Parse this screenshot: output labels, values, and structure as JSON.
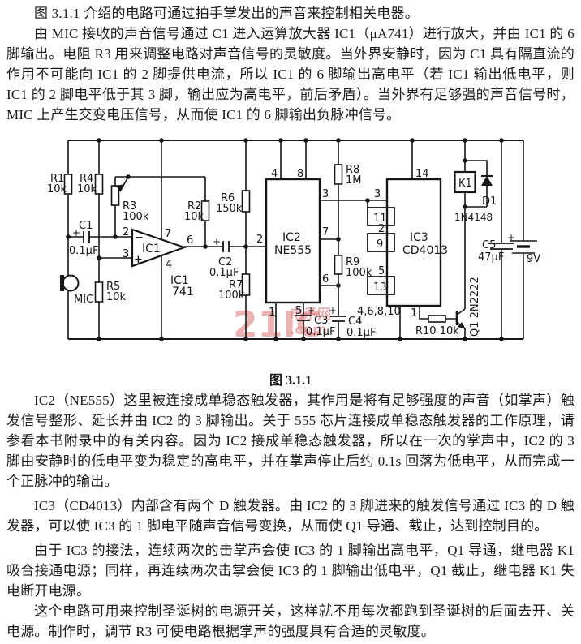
{
  "paragraphs": {
    "p1": "图 3.1.1 介绍的电路可通过拍手掌发出的声音来控制相关电器。",
    "p2": "由 MIC 接收的声音信号通过 C1 进入运算放大器 IC1（μA741）进行放大，并由 IC1 的 6 脚输出。电阻 R3 用来调整电路对声音信号的灵敏度。当外界安静时，因为 C1 具有隔直流的作用不可能向 IC1 的 2 脚提供电流，所以 IC1 的 6 脚输出高电平（若 IC1 输出低电平，则 IC1 的 2 脚电平低于其 3 脚，输出应为高电平，前后矛盾）。当外界有足够强的声音信号时，MIC 上产生交变电压信号，从而使 IC1 的 6 脚输出负脉冲信号。",
    "p3": "IC2（NE555）这里被连接成单稳态触发器，其作用是将有足够强度的声音（如掌声）触发信号整形、延长并由 IC2 的 3 脚输出。关于 555 芯片连接成单稳态触发器的工作原理，请参看本书附录中的有关内容。因为 IC2 接成单稳态触发器，所以在一次的掌声中，IC2 的 3 脚由安静时的低电平变为稳定的高电平，并在掌声停止后约 0.1s 回落为低电平，从而完成一个正脉冲的输出。",
    "p4": "IC3（CD4013）内部含有两个 D 触发器。由 IC2 的 3 脚进来的触发信号通过 IC3 的 D 触发器，可以使 IC3 的 1 脚电平随声音信号变换，从而使 Q1 导通、截止，达到控制目的。",
    "p5": "由于 IC3 的接法，连续两次的击掌声会使 IC3 的 1 脚输出高电平，Q1 导通，继电器 K1 吸合接通电源；同样，再连续两次击掌会使 IC3 的 1 脚输出低电平，Q1 截止，继电器 K1 失电断开电源。",
    "p6": "这个电路可用来控制圣诞树的电源开关，这样就不用每次都跑到圣诞树的后面去开、关电源。制作时，调节 R3 可使电路根据掌声的强度具有合适的灵敏度。"
  },
  "figure": {
    "caption": "图 3.1.1",
    "watermark": {
      "big": "21IC",
      "cn": "电子网",
      "com": ".com",
      "color": "#d96868"
    },
    "labels": {
      "r1_ref": "R1",
      "r1_val": "10k",
      "r2_ref": "R2",
      "r2_val": "10k",
      "r3_ref": "R3",
      "r3_val": "100k",
      "r4_ref": "R4",
      "r4_val": "10k",
      "r5_ref": "R5",
      "r5_val": "10k",
      "r6_ref": "R6",
      "r6_val": "150k",
      "r7_ref": "R7",
      "r7_val": "100k",
      "r8_ref": "R8",
      "r8_val": "1M",
      "r9_ref": "R9",
      "r9_val": "100k",
      "r10_label": "R10  10k",
      "c1_ref": "C1",
      "c1_val": "0.1μF",
      "c2_ref": "C2",
      "c2_val": "0.1μF",
      "c3_ref": "C3",
      "c3_val": "0.1μF",
      "c4_ref": "C4",
      "c4_val": "0.1μF",
      "c5_ref": "C5",
      "c5_val": "47μF",
      "plus": "+",
      "minus": "−",
      "mic": "MIC",
      "ic1_inner": "IC1",
      "ic1_ref": "IC1",
      "ic1_part": "741",
      "ic1_pin2": "2",
      "ic1_pin3": "3",
      "ic1_pin7": "7",
      "ic1_pin4": "4",
      "ic1_pin6": "6",
      "ic2_ref": "IC2",
      "ic2_part": "NE555",
      "ic2_pin4": "4",
      "ic2_pin8": "8",
      "ic2_pin3": "3",
      "ic2_pin7": "7",
      "ic2_pin6": "6",
      "ic2_pin2": "2",
      "ic2_pin1": "1",
      "ic2_pin5": "5",
      "ic3_ref": "IC3",
      "ic3_part": "CD4013",
      "ic3_pin14": "14",
      "ic3_pin3": "3",
      "ic3_pin11": "11",
      "ic3_pin2": "2",
      "ic3_pin9": "9",
      "ic3_pin5": "5",
      "ic3_pin13": "13",
      "ic3_gnd_pins": "4,6,8,10",
      "ic3_pin1": "1",
      "k1": "K1",
      "d1_ref": "D1",
      "d1_part": "1N4148",
      "q1_label": "Q1  2N2222",
      "battery": "9V"
    }
  }
}
